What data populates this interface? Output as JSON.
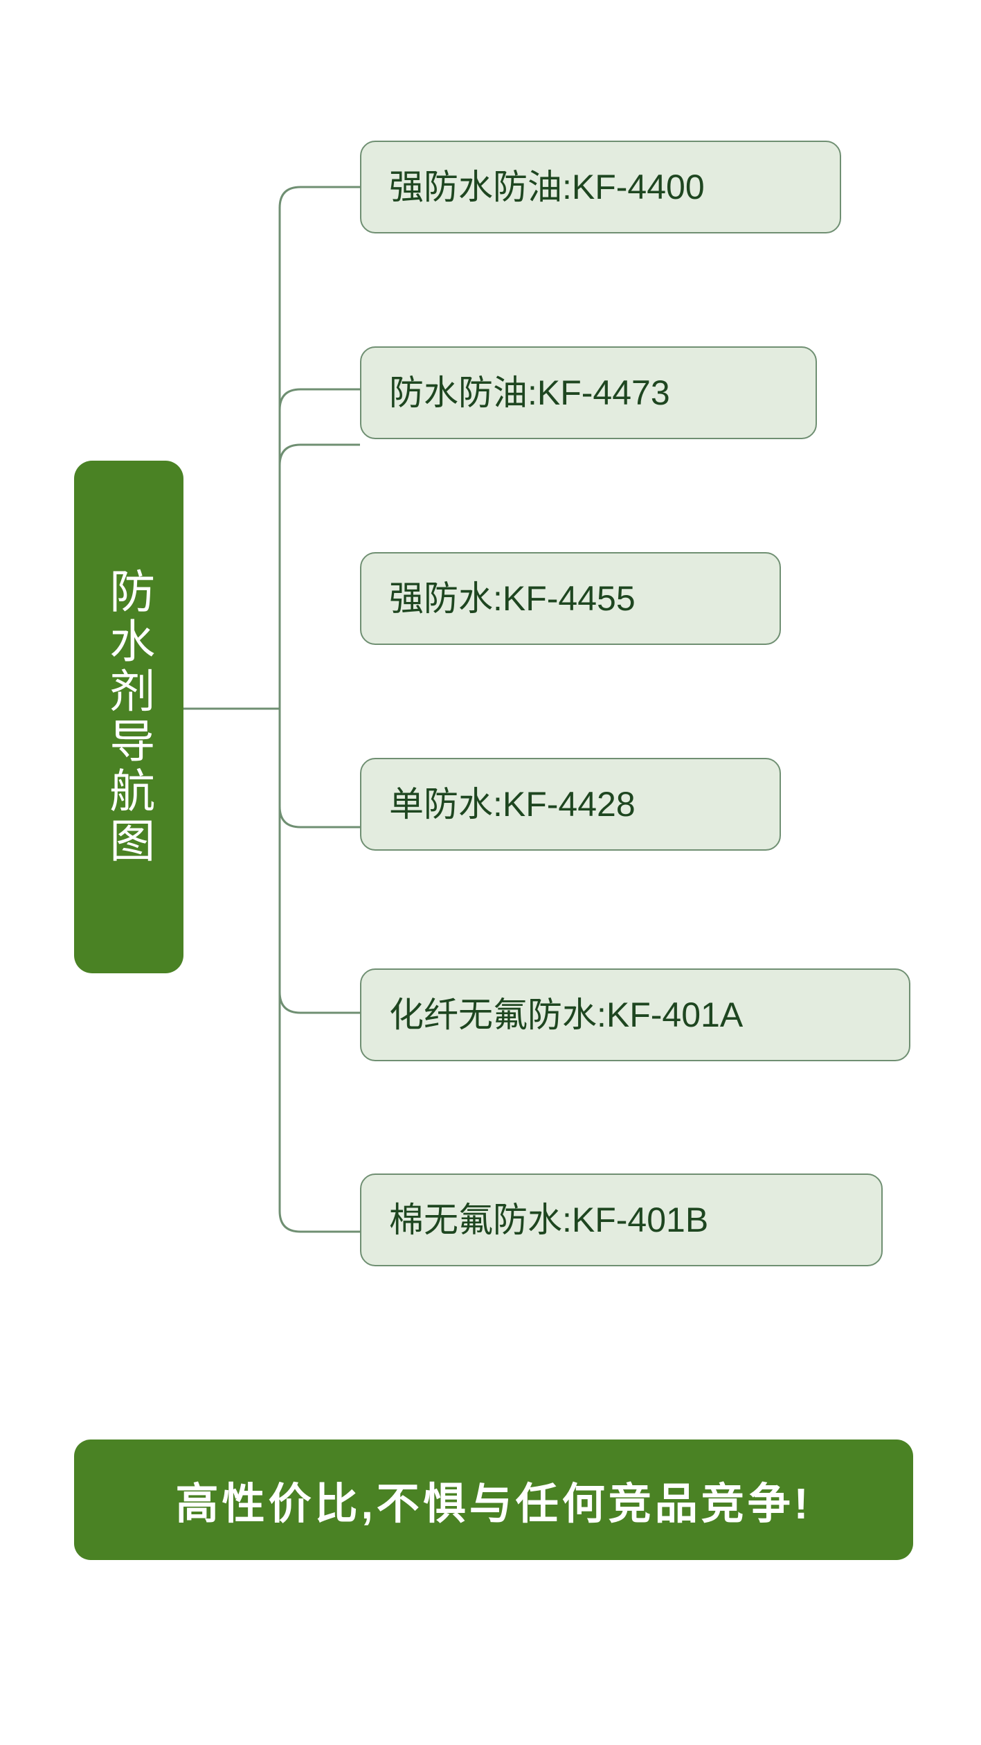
{
  "diagram": {
    "type": "mind-map",
    "orientation": "left-root-right-children",
    "root": {
      "label": "防水剂导航图",
      "text_direction": "vertical",
      "fill_color": "#4a8224",
      "text_color": "#ffffff"
    },
    "children": [
      {
        "label": "强防水防油:KF-4400",
        "product_code": "KF-4400"
      },
      {
        "label": "防水防油:KF-4473",
        "product_code": "KF-4473"
      },
      {
        "label": "强防水:KF-4455",
        "product_code": "KF-4455"
      },
      {
        "label": "单防水:KF-4428",
        "product_code": "KF-4428"
      },
      {
        "label": "化纤无氟防水:KF-401A",
        "product_code": "KF-401A"
      },
      {
        "label": "棉无氟防水:KF-401B",
        "product_code": "KF-401B"
      }
    ],
    "node_style": {
      "fill_color": "#e3ecdf",
      "border_color": "#6f8f72",
      "text_color": "#1e4620"
    },
    "connector_color": "#6f8f72"
  },
  "banner": {
    "label": "高性价比,不惧与任何竞品竞争!",
    "fill_color": "#4a8224",
    "text_color": "#ffffff"
  }
}
